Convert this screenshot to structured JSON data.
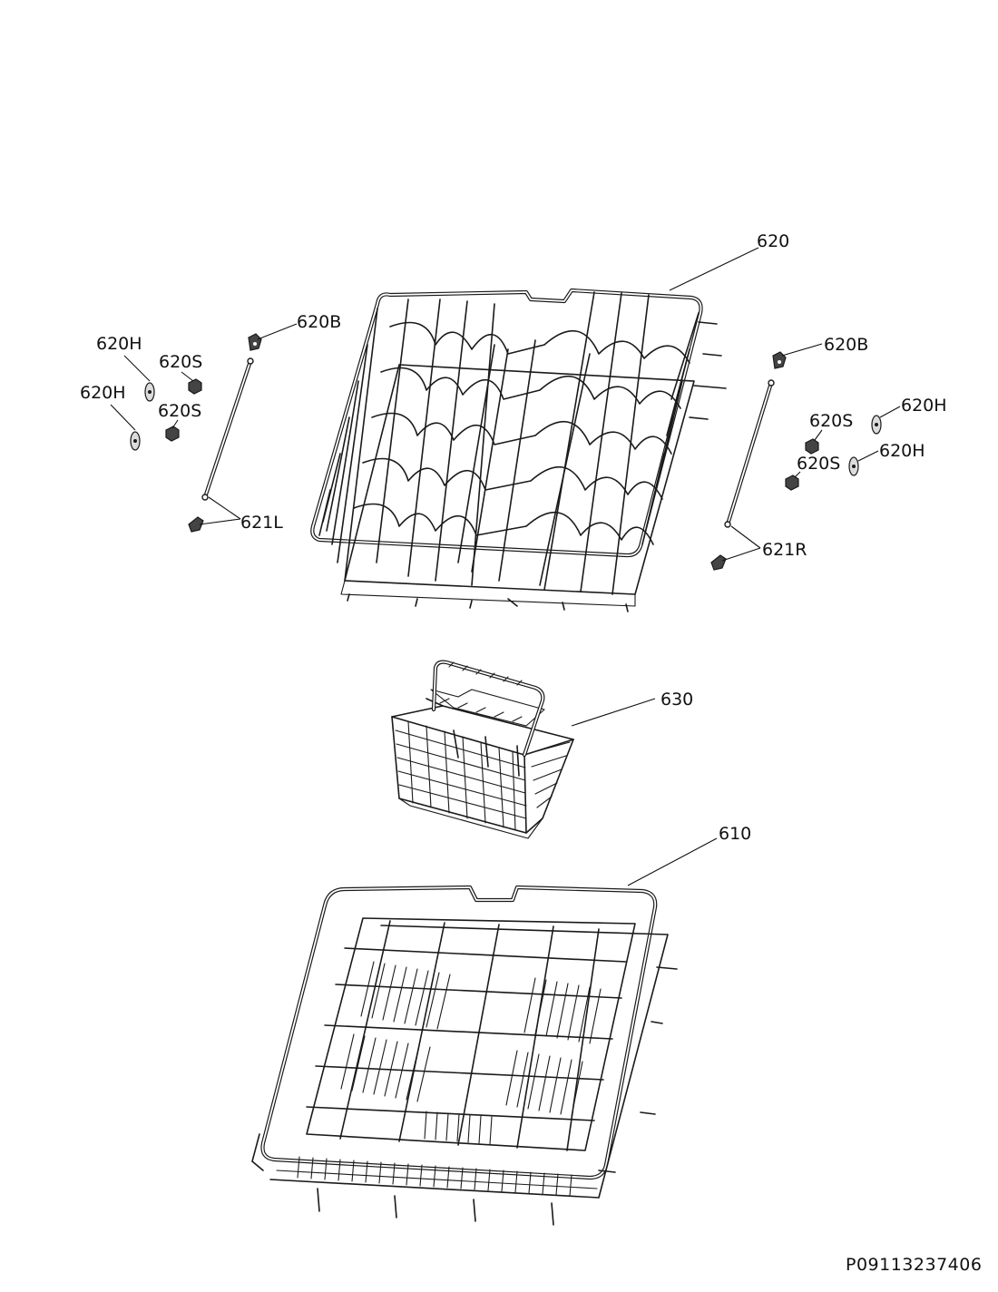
{
  "document_number": "P09113237406",
  "callouts": {
    "upper_basket": "620",
    "rail_left": "621L",
    "rail_right": "621R",
    "stopper_left": "620B",
    "stopper_right": "620B",
    "wheel_left_1": "620H",
    "wheel_left_2": "620H",
    "wheel_right_1": "620H",
    "wheel_right_2": "620H",
    "screw_left_1": "620S",
    "screw_left_2": "620S",
    "screw_right_1": "620S",
    "screw_right_2": "620S",
    "cutlery_basket": "630",
    "lower_basket": "610"
  }
}
